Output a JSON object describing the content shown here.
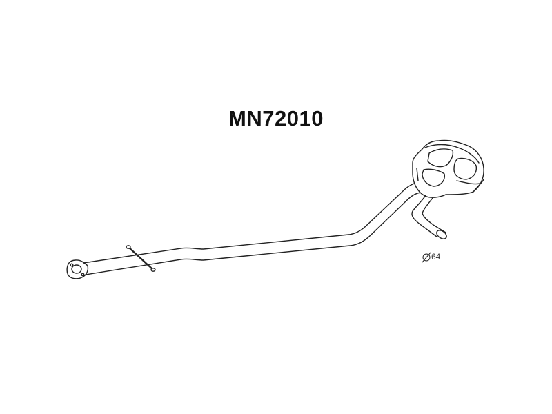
{
  "diagram": {
    "part_number": "MN72010",
    "outlet_diameter_label": "64",
    "diameter_symbol": "diameter-symbol",
    "line_color": "#222222",
    "background_color": "#ffffff"
  }
}
